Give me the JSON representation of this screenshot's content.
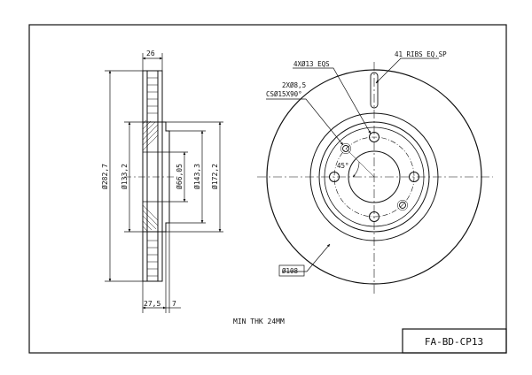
{
  "section_view": {
    "dim_total_width": "26",
    "dim_outer_diameter": "Ø282,7",
    "dim_hat_diameter": "Ø133,2",
    "dim_bore": "Ø66,05",
    "dim_pcd": "Ø143,3",
    "dim_inner_friction": "Ø172,2",
    "dim_hat_height": "27,5",
    "dim_flange": "7"
  },
  "front_view": {
    "label_bolt_holes": "4XØ13 EQS",
    "label_ribs": "41 RIBS EQ.SP",
    "label_small_holes": "2XØ8,5",
    "label_countersink": "CSØ15X90°",
    "label_angle": "45°",
    "label_center_circle": "Ø108"
  },
  "notes": {
    "min_thickness": "MIN THK 24MM"
  },
  "title_block": {
    "part_number": "FA-BD-CP13"
  }
}
